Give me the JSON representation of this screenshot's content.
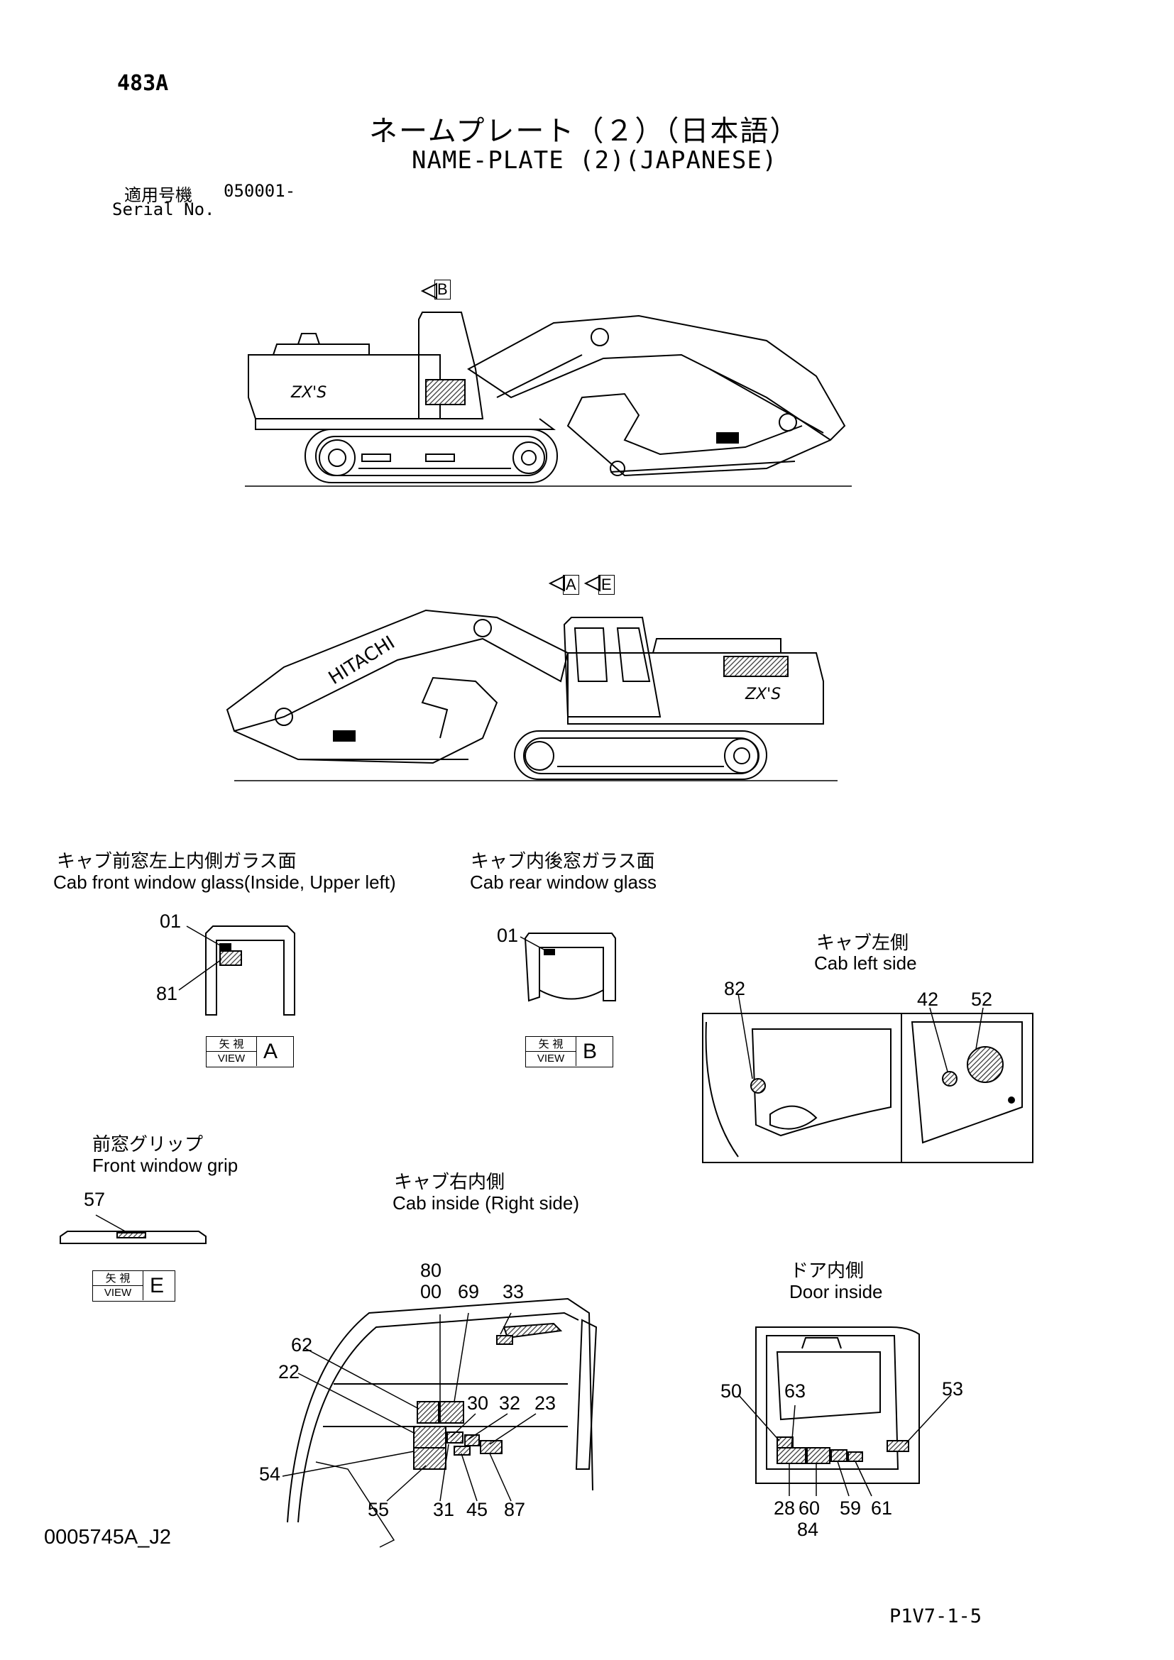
{
  "header": {
    "page_code": "483A",
    "title_jp": "ネームプレート（２）（日本語）",
    "title_en": "NAME-PLATE (2)(JAPANESE)",
    "serial_label_jp": "適用号機",
    "serial_value": "050001-",
    "serial_label_en": "Serial No."
  },
  "view_markers": {
    "top_b": "B",
    "mid_a": "A",
    "mid_e": "E"
  },
  "sections": {
    "cab_front": {
      "title_jp": "キャブ前窓左上内側ガラス面",
      "title_en": "Cab front window glass(Inside, Upper left)",
      "callouts": [
        "01",
        "81"
      ],
      "view_jp": "矢 視",
      "view_en": "VIEW",
      "view_letter": "A"
    },
    "cab_rear": {
      "title_jp": "キャブ内後窓ガラス面",
      "title_en": "Cab rear window glass",
      "callouts": [
        "01"
      ],
      "view_jp": "矢 視",
      "view_en": "VIEW",
      "view_letter": "B"
    },
    "cab_left": {
      "title_jp": "キャブ左側",
      "title_en": "Cab left side",
      "callouts": [
        "82",
        "42",
        "52"
      ]
    },
    "front_grip": {
      "title_jp": "前窓グリップ",
      "title_en": "Front window grip",
      "callouts": [
        "57"
      ],
      "view_jp": "矢 視",
      "view_en": "VIEW",
      "view_letter": "E"
    },
    "cab_inside_right": {
      "title_jp": "キャブ右内側",
      "title_en": "Cab inside (Right side)",
      "callouts": [
        "80",
        "00",
        "69",
        "33",
        "62",
        "22",
        "30",
        "32",
        "23",
        "54",
        "55",
        "31",
        "45",
        "87"
      ]
    },
    "door_inside": {
      "title_jp": "ドア内側",
      "title_en": "Door inside",
      "callouts": [
        "50",
        "63",
        "53",
        "28",
        "60",
        "59",
        "61",
        "84"
      ]
    }
  },
  "footer": {
    "doc_id": "0005745A_J2",
    "page_ref": "P1V7-1-5"
  },
  "colors": {
    "ink": "#000000",
    "hatch": "#444444"
  }
}
